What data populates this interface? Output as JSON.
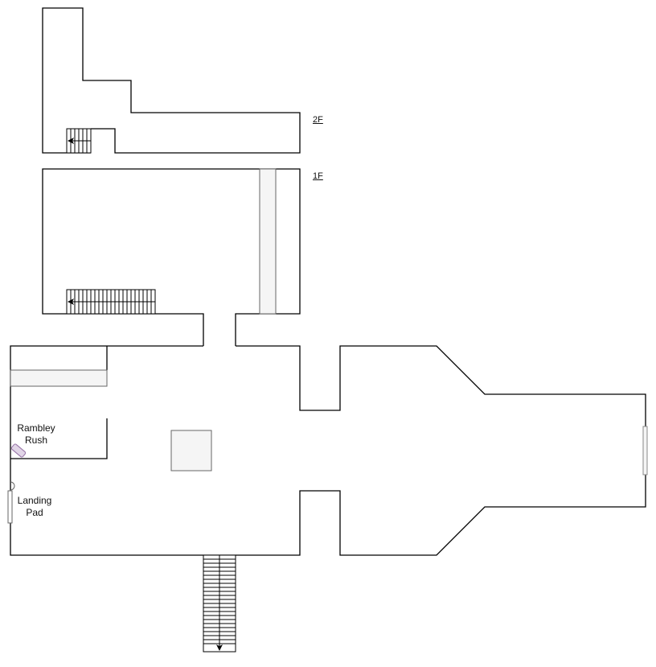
{
  "diagram": {
    "type": "floor-plan",
    "floors": [
      {
        "id": "2F",
        "label": "2F"
      },
      {
        "id": "1F",
        "label": "1F"
      }
    ],
    "rooms": [
      {
        "id": "rambley-rush",
        "label_line1": "Rambley",
        "label_line2": "Rush"
      },
      {
        "id": "landing-pad",
        "label_line1": "Landing",
        "label_line2": "Pad"
      }
    ],
    "colors": {
      "wall": "#000000",
      "fixture_fill": "#f5f5f5",
      "fixture_stroke": "#666666",
      "marker_fill": "#e1d5e7",
      "marker_stroke": "#9673a6"
    },
    "stairs": [
      {
        "id": "stairs-2f",
        "direction": "left"
      },
      {
        "id": "stairs-1f",
        "direction": "left"
      },
      {
        "id": "stairs-exit",
        "direction": "down"
      }
    ]
  }
}
